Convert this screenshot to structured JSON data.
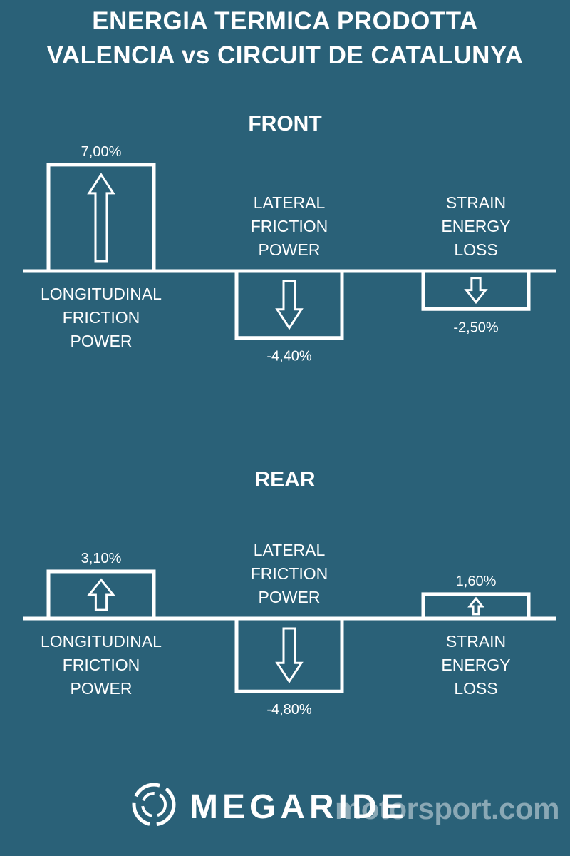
{
  "header": {
    "title_line1": "ENERGIA TERMICA PRODOTTA",
    "title_line2": "VALENCIA vs CIRCUIT DE CATALUNYA"
  },
  "chart_data": [
    {
      "type": "bar",
      "title": "FRONT",
      "categories": [
        "LONGITUDINAL FRICTION POWER",
        "LATERAL FRICTION POWER",
        "STRAIN ENERGY LOSS"
      ],
      "values": [
        7.0,
        -4.4,
        -2.5
      ],
      "value_labels": [
        "7,00%",
        "-4,40%",
        "-2,50%"
      ],
      "unit": "%"
    },
    {
      "type": "bar",
      "title": "REAR",
      "categories": [
        "LONGITUDINAL FRICTION POWER",
        "LATERAL FRICTION POWER",
        "STRAIN ENERGY LOSS"
      ],
      "values": [
        3.1,
        -4.8,
        1.6
      ],
      "value_labels": [
        "3,10%",
        "-4,80%",
        "1,60%"
      ],
      "unit": "%"
    }
  ],
  "footer": {
    "logo_text": "MEGARIDE",
    "watermark": "motorsport.com"
  },
  "colors": {
    "background": "#2a6178",
    "foreground": "#ffffff"
  }
}
